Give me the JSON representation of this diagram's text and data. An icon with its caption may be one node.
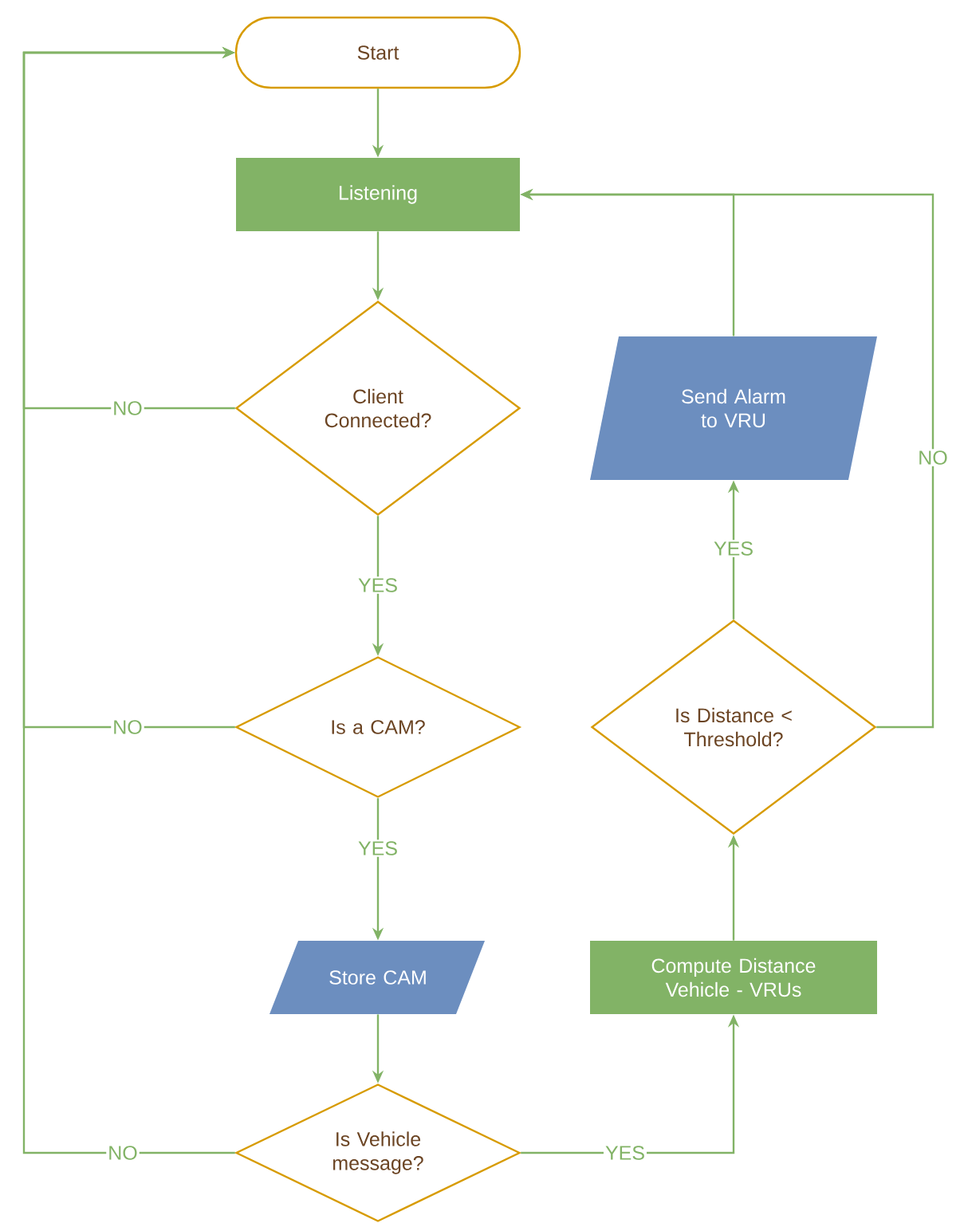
{
  "diagram": {
    "nodes": [
      {
        "text": [
          "Start"
        ]
      },
      {
        "text": [
          "Listening"
        ]
      },
      {
        "text": [
          "Client Connected?"
        ]
      },
      {
        "text": [
          "Is a CAM?"
        ]
      },
      {
        "text": [
          "Store CAM"
        ]
      },
      {
        "text": [
          "Is Vehicle message?"
        ]
      },
      {
        "text": [
          "Compute Distance Vehicle - VRUs"
        ]
      },
      {
        "text": [
          "Is Distance < Threshold?"
        ]
      },
      {
        "text": [
          "Send Alarm to VRU"
        ]
      }
    ],
    "edges": [
      {
        "from": 0,
        "to": 1,
        "arrow": "to"
      },
      {
        "from": 1,
        "to": 2,
        "arrow": "to"
      },
      {
        "from": 2,
        "to": 0,
        "arrow": "to",
        "label": "NO"
      },
      {
        "from": 2,
        "to": 3,
        "arrow": "to",
        "label": "YES"
      },
      {
        "from": 3,
        "to": 0,
        "arrow": "to",
        "label": "NO"
      },
      {
        "from": 3,
        "to": 4,
        "arrow": "to",
        "label": "YES"
      },
      {
        "from": 4,
        "to": 5,
        "arrow": "to"
      },
      {
        "from": 5,
        "to": 0,
        "arrow": "to",
        "label": "NO"
      },
      {
        "from": 5,
        "to": 6,
        "arrow": "to",
        "label": "YES"
      },
      {
        "from": 6,
        "to": 7,
        "arrow": "to"
      },
      {
        "from": 7,
        "to": 8,
        "arrow": "to",
        "label": "YES"
      },
      {
        "from": 8,
        "to": 1,
        "arrow": "to"
      },
      {
        "from": 7,
        "to": 1,
        "arrow": "to",
        "label": "NO"
      }
    ]
  }
}
